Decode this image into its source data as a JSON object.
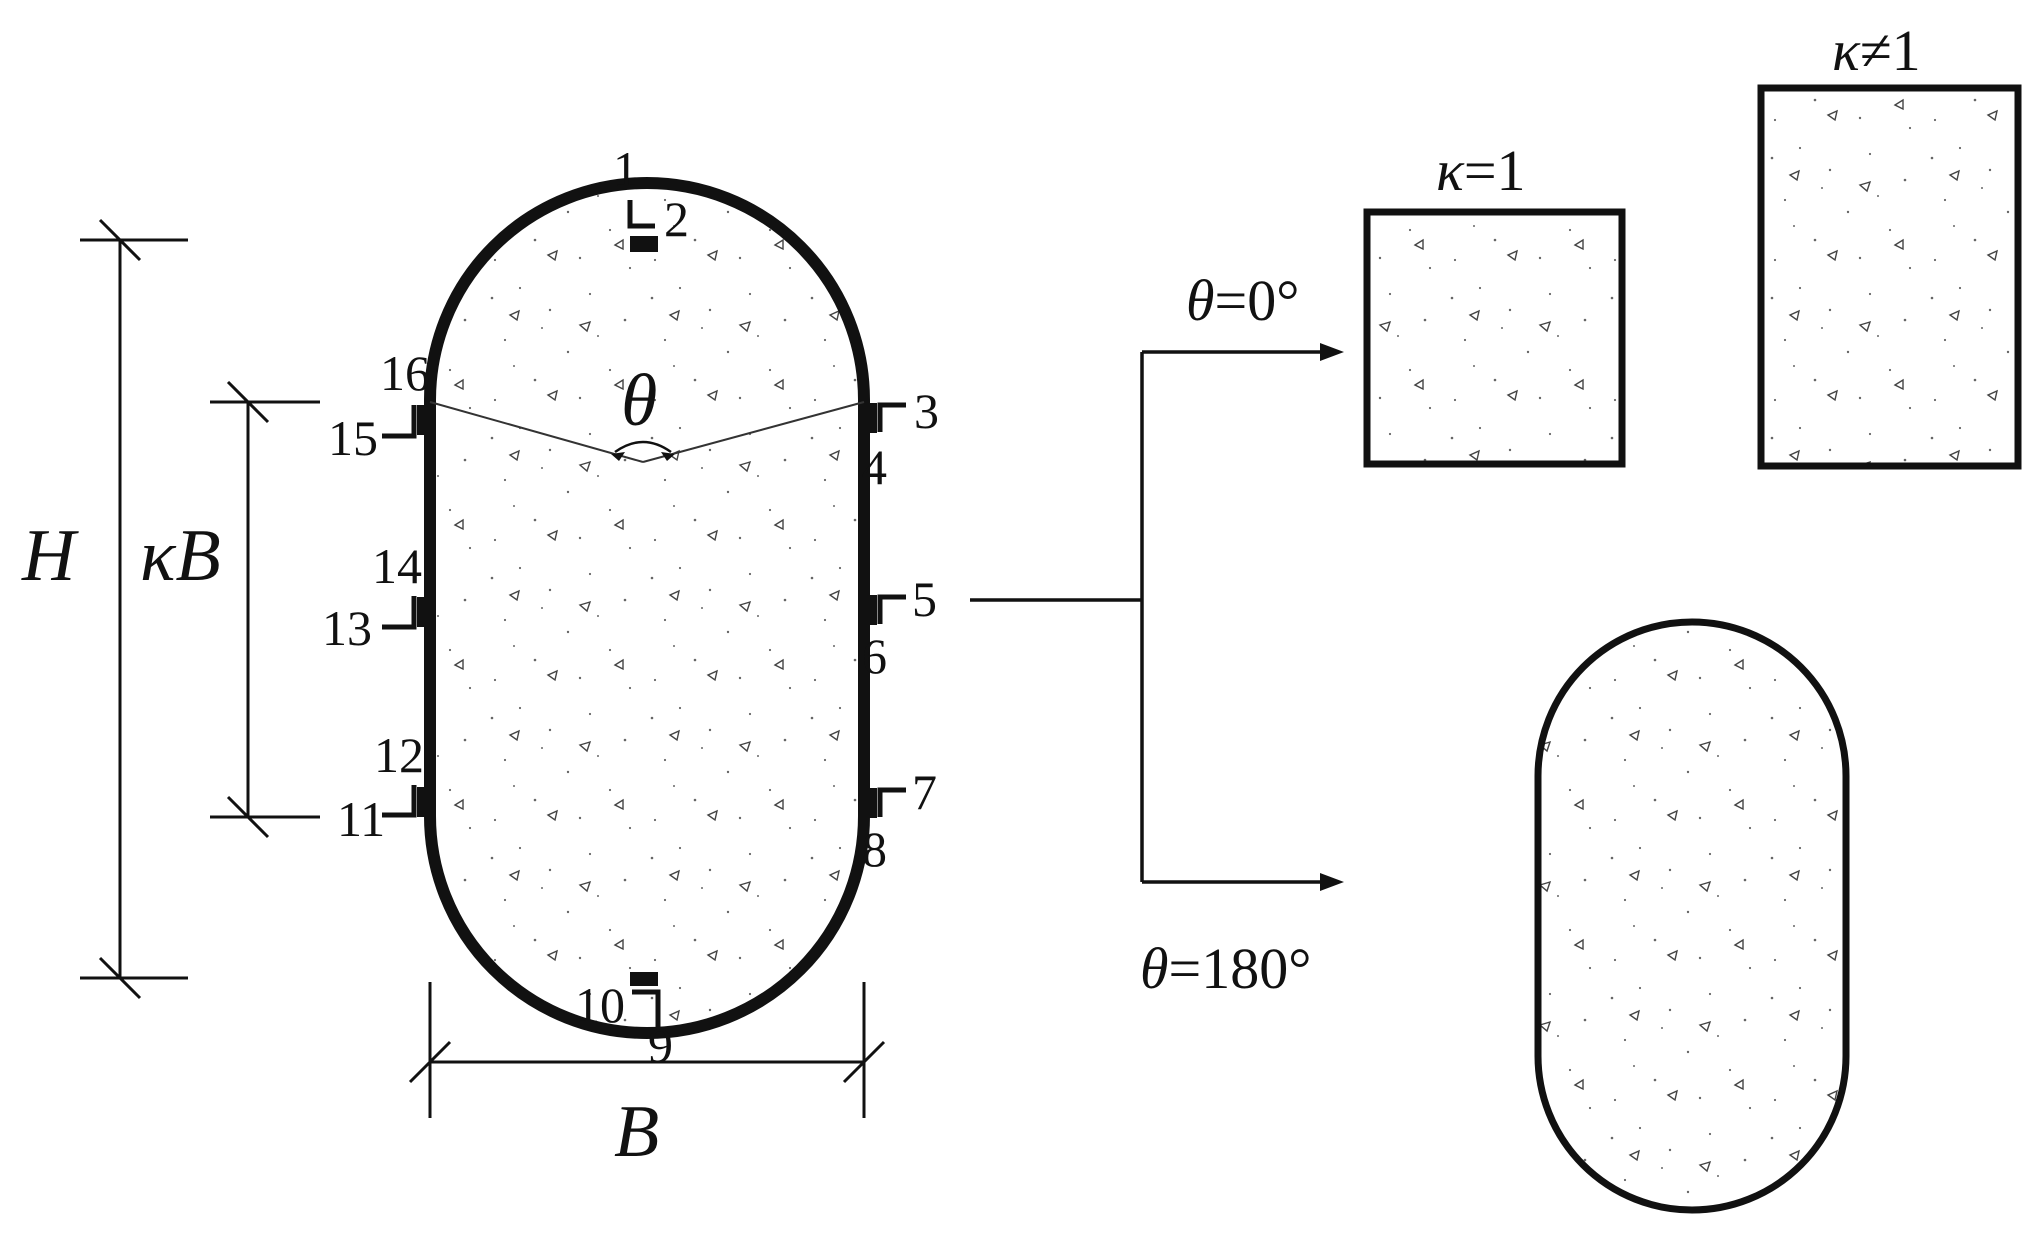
{
  "diagram": {
    "dimensions": {
      "height_label": "H",
      "straight_label": "κB",
      "width_label": "B",
      "angle_symbol": "θ"
    },
    "gauge_labels": [
      "1",
      "2",
      "3",
      "4",
      "5",
      "6",
      "7",
      "8",
      "9",
      "10",
      "11",
      "12",
      "13",
      "14",
      "15",
      "16"
    ],
    "branches": {
      "upper": {
        "theta": "θ",
        "value": "=0°"
      },
      "lower": {
        "theta": "θ",
        "value": "=180°"
      }
    },
    "sections": {
      "square": {
        "kappa": "κ",
        "value": "=1"
      },
      "rectangle": {
        "kappa": "κ",
        "value": "≠1"
      }
    },
    "colors": {
      "ink": "#111111",
      "fill": "#ffffff"
    }
  }
}
